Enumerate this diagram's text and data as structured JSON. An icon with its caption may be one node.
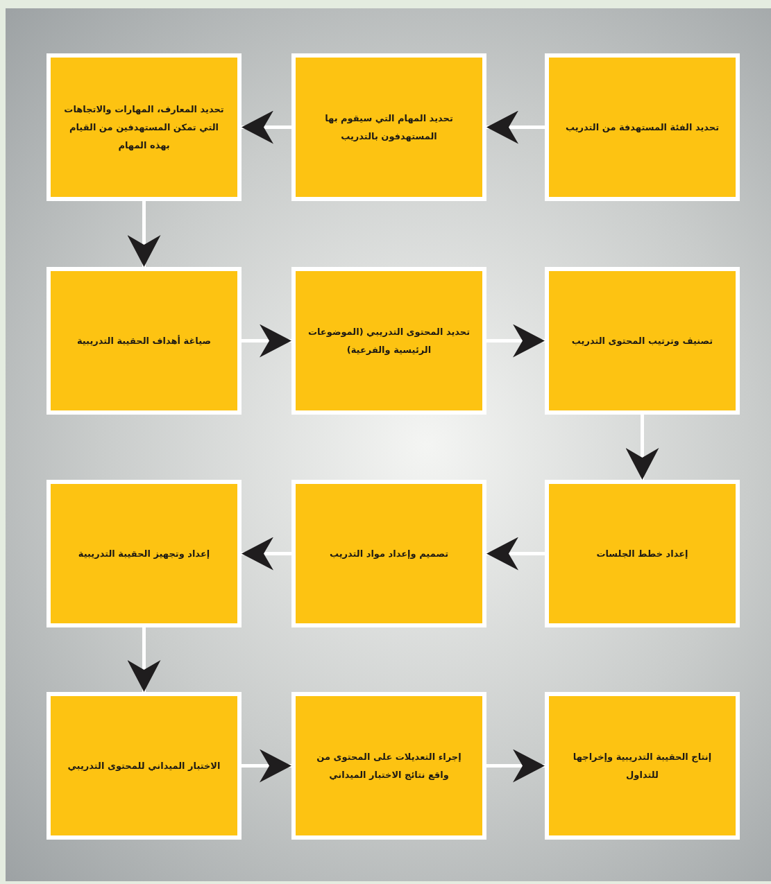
{
  "diagram": {
    "nodes": [
      {
        "text": [
          "تحديد الفئة المستهدفة من التدريب"
        ]
      },
      {
        "text": [
          "تحديد المهام التي سيقوم بها المستهدفون بالتدريب"
        ]
      },
      {
        "text": [
          "تحديد المعارف، المهارات والاتجاهات التي تمكن المستهدفين من القيام بهذه المهام"
        ]
      },
      {
        "text": [
          "صياغة أهداف الحقيبة التدريبية"
        ]
      },
      {
        "text": [
          "تحديد المحتوى التدريبي (الموضوعات الرئيسية والفرعية)"
        ]
      },
      {
        "text": [
          "تصنيف وترتيب المحتوى التدريب"
        ]
      },
      {
        "text": [
          "إعداد خطط الجلسات"
        ]
      },
      {
        "text": [
          "تصميم وإعداد مواد التدريب"
        ]
      },
      {
        "text": [
          "إعداد وتجهيز الحقيبة التدريبية"
        ]
      },
      {
        "text": [
          "الاختبار الميداني للمحتوى التدريبي"
        ]
      },
      {
        "text": [
          "إجراء التعديلات على المحتوى من واقع نتائج الاختبار الميداني"
        ]
      },
      {
        "text": [
          "إنتاج الحقيبة التدريبية وإخراجها للتداول"
        ]
      }
    ],
    "edges": [
      {
        "from": 0,
        "to": 1,
        "arrow": "to"
      },
      {
        "from": 1,
        "to": 2,
        "arrow": "to"
      },
      {
        "from": 2,
        "to": 3,
        "arrow": "to"
      },
      {
        "from": 3,
        "to": 4,
        "arrow": "to"
      },
      {
        "from": 4,
        "to": 5,
        "arrow": "to"
      },
      {
        "from": 5,
        "to": 6,
        "arrow": "to"
      },
      {
        "from": 6,
        "to": 7,
        "arrow": "to"
      },
      {
        "from": 7,
        "to": 8,
        "arrow": "to"
      },
      {
        "from": 8,
        "to": 9,
        "arrow": "to"
      },
      {
        "from": 9,
        "to": 10,
        "arrow": "to"
      },
      {
        "from": 10,
        "to": 11,
        "arrow": "to"
      }
    ]
  }
}
